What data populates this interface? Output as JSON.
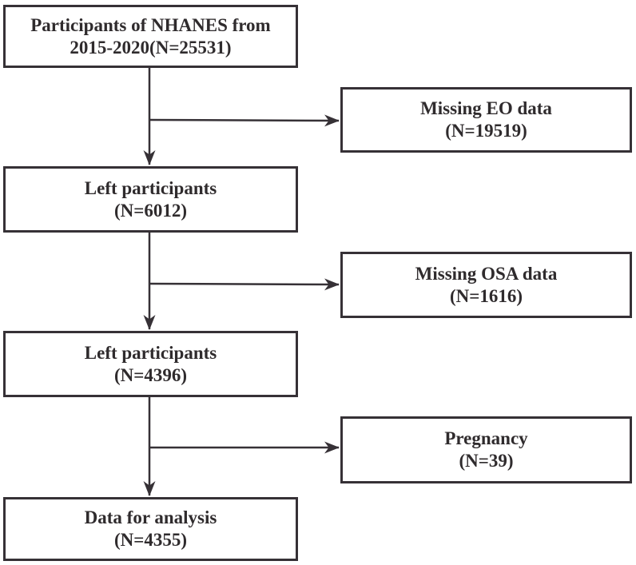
{
  "flowchart": {
    "colors": {
      "line": "#363136",
      "text": "#2f2b2d",
      "box_background": "#ffffff",
      "page_background": "#ffffff"
    },
    "main_path": [
      {
        "name": "participants-nhanes",
        "line1": "Participants of NHANES from",
        "line2": "2015-2020(N=25531)"
      },
      {
        "name": "left-participants-6012",
        "line1": "Left participants",
        "line2": "(N=6012)"
      },
      {
        "name": "left-participants-4396",
        "line1": "Left participants",
        "line2": "(N=4396)"
      },
      {
        "name": "data-for-analysis",
        "line1": "Data for analysis",
        "line2": "(N=4355)"
      }
    ],
    "exclusions": [
      {
        "name": "missing-eo-data",
        "line1": "Missing EO data",
        "line2": "(N=19519)"
      },
      {
        "name": "missing-osa-data",
        "line1": "Missing OSA data",
        "line2": "(N=1616)"
      },
      {
        "name": "pregnancy",
        "line1": "Pregnancy",
        "line2": "(N=39)"
      }
    ]
  }
}
